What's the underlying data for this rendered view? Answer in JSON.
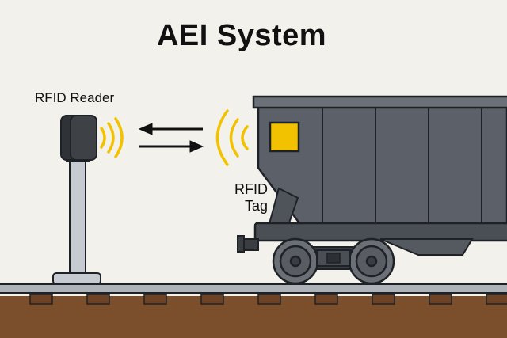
{
  "title": "AEI System",
  "reader": {
    "label": "RFID Reader"
  },
  "tag": {
    "label_line1": "RFID",
    "label_line2": "Tag"
  },
  "colors": {
    "background": "#f3f1ec",
    "signal": "#f2c200",
    "car_body": "#5c6169",
    "reader_body": "#3e4247",
    "post": "#c6cbd1",
    "rail": "#aeb3b9",
    "ground": "#7b4f2c",
    "outline": "#1e2226"
  },
  "icons": {
    "reader": "rfid-reader-icon",
    "tag": "rfid-tag-icon",
    "arrows": "bidirectional-arrows-icon",
    "railcar": "hopper-railcar-icon"
  }
}
